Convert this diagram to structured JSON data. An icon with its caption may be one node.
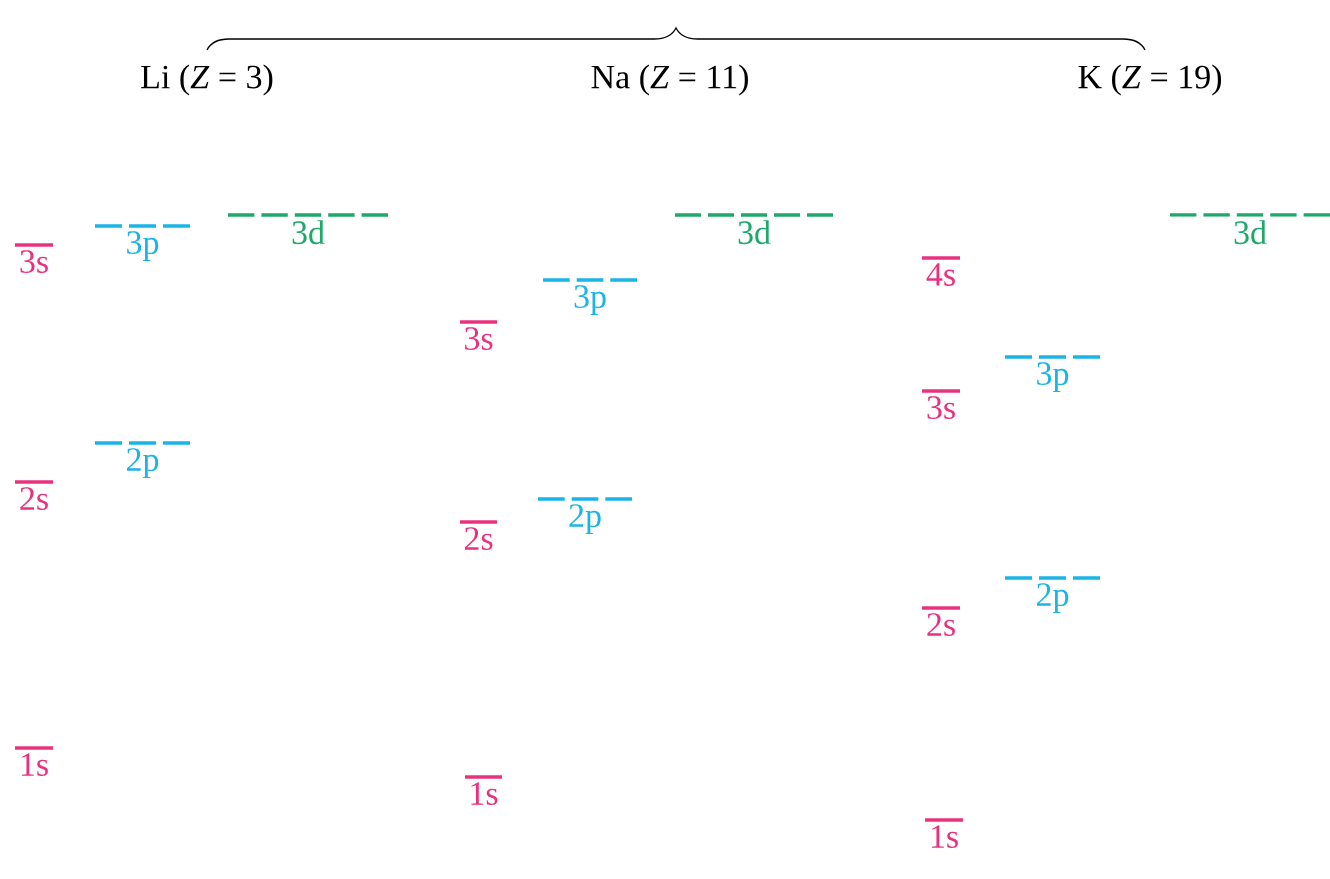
{
  "diagram": {
    "nodes": [
      {
        "text": [
          "3s"
        ]
      },
      {
        "text": [
          "3p"
        ]
      },
      {
        "text": [
          "3d"
        ]
      },
      {
        "text": [
          "2s"
        ]
      },
      {
        "text": [
          "2p"
        ]
      },
      {
        "text": [
          "1s"
        ]
      },
      {
        "text": [
          "3s"
        ]
      },
      {
        "text": [
          "3p"
        ]
      },
      {
        "text": [
          "3d"
        ]
      },
      {
        "text": [
          "2s"
        ]
      },
      {
        "text": [
          "2p"
        ]
      },
      {
        "text": [
          "1s"
        ]
      },
      {
        "text": [
          "4s"
        ]
      },
      {
        "text": [
          "3s"
        ]
      },
      {
        "text": [
          "3p"
        ]
      },
      {
        "text": [
          "3d"
        ]
      },
      {
        "text": [
          "2s"
        ]
      },
      {
        "text": [
          "2p"
        ]
      },
      {
        "text": [
          "1s"
        ]
      }
    ],
    "labels": [
      "Li (*Z* = 3)",
      "Na (*Z* = 11)",
      "K (*Z* = 19)"
    ]
  }
}
